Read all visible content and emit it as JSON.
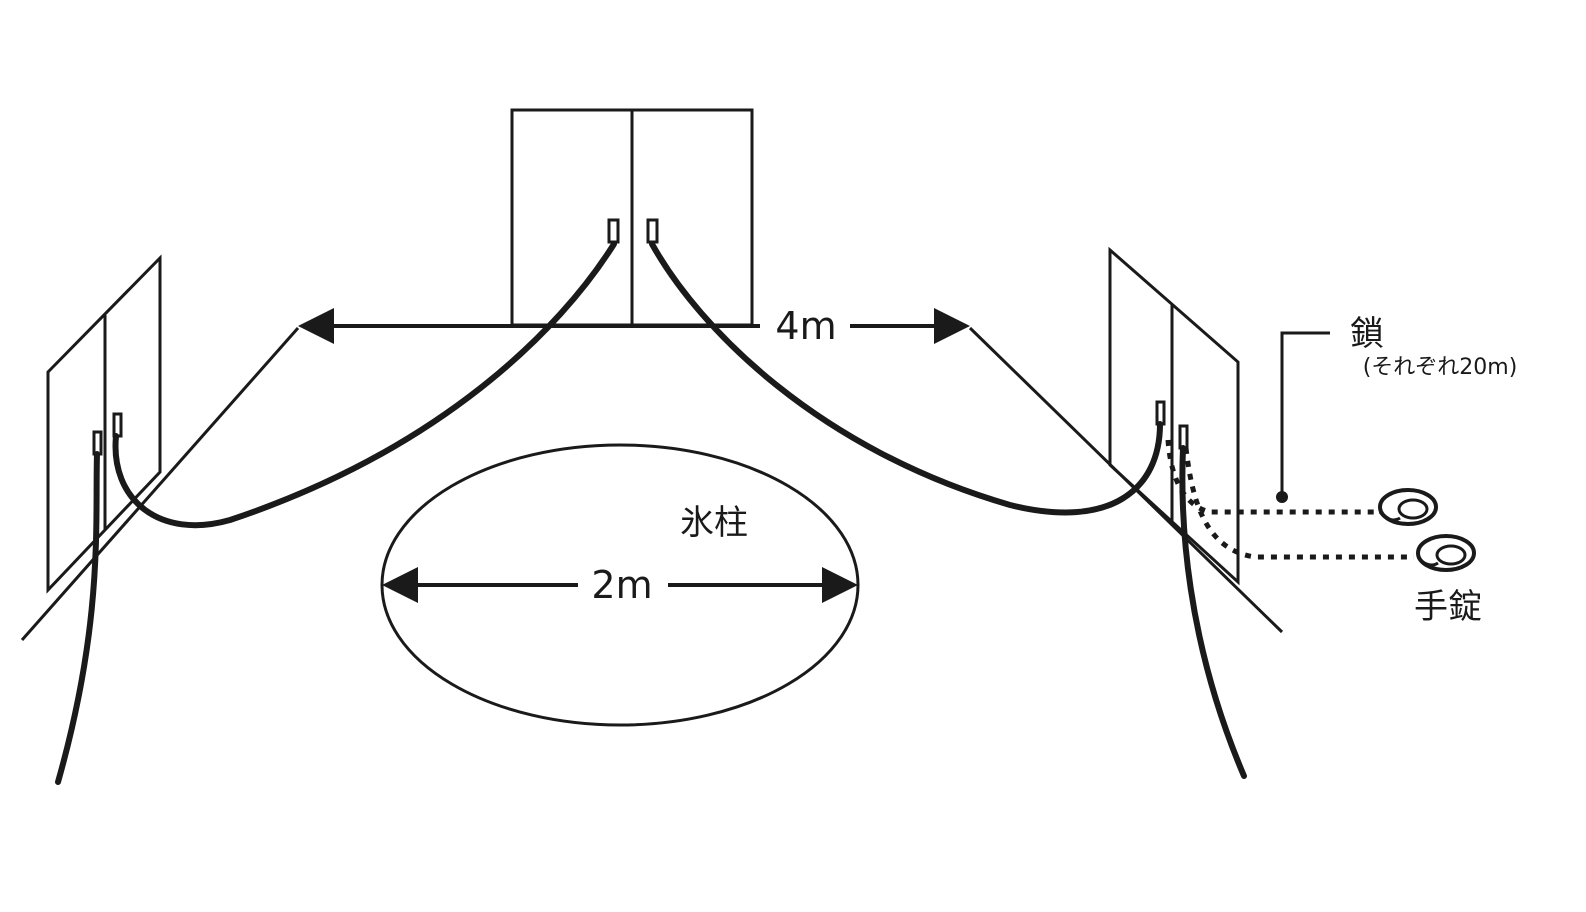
{
  "labels": {
    "width_4m": "4m",
    "width_2m": "2m",
    "ice_pillar": "氷柱",
    "chain": "鎖",
    "chain_length": "(それぞれ20m)",
    "handcuffs": "手錠"
  },
  "colors": {
    "line": "#1a1a1a",
    "background": "#ffffff"
  }
}
